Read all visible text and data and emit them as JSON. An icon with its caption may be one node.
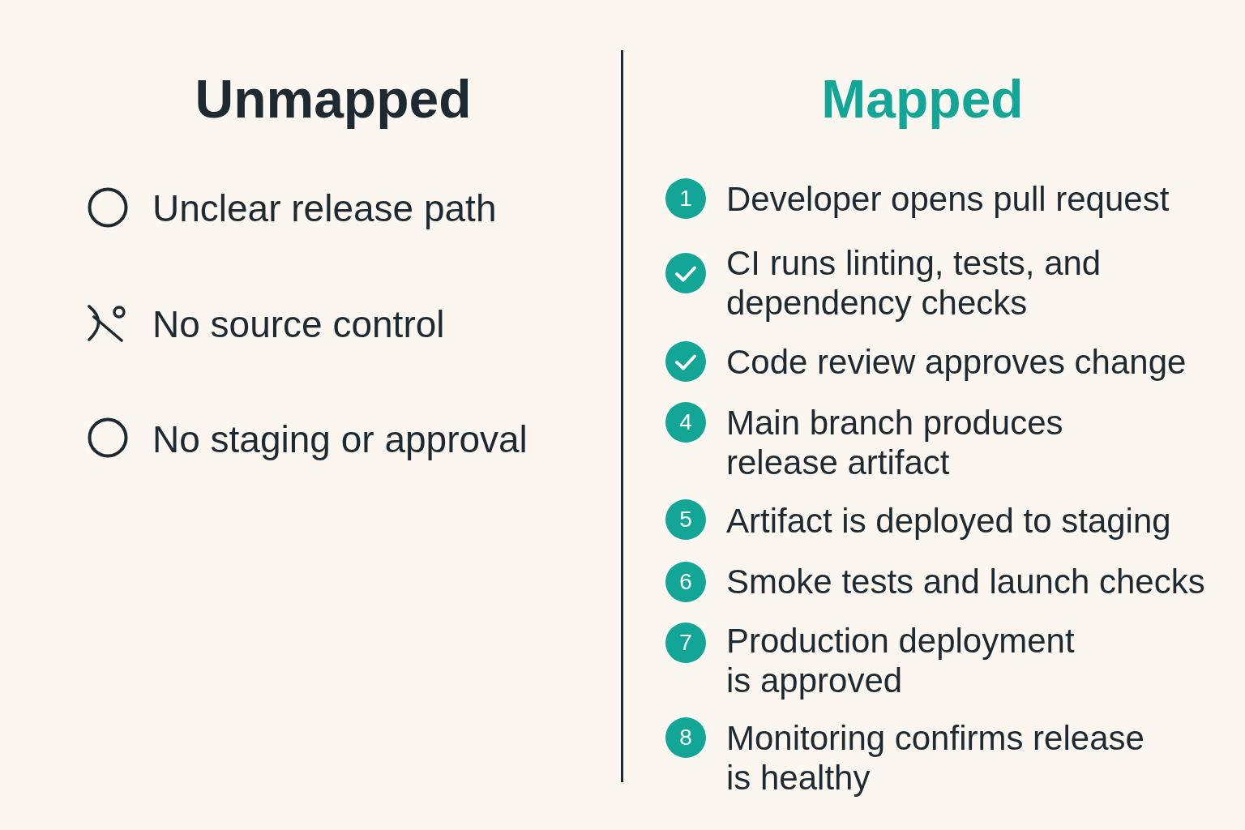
{
  "diagram": {
    "nodes": [
      {
        "text": [],
        "shape": "circle",
        "beside": [
          "Unclear release path"
        ]
      },
      {
        "text": [],
        "shape": "picture",
        "beside": [
          "No source control"
        ]
      },
      {
        "text": [],
        "shape": "circle",
        "beside": [
          "No staging or approval"
        ]
      },
      {
        "text": [
          "1"
        ],
        "beside": [
          "Developer opens pull request"
        ]
      },
      {
        "text": [],
        "shape": "circle",
        "beside": [
          "CI runs linting, tests, and dependency checks"
        ]
      },
      {
        "text": [],
        "shape": "circle",
        "beside": [
          "Code review approves change"
        ]
      },
      {
        "text": [
          "4"
        ],
        "beside": [
          "Main branch produces release artifact"
        ]
      },
      {
        "text": [
          "5"
        ],
        "beside": [
          "Artifact is deployed to staging"
        ]
      },
      {
        "text": [
          "6"
        ],
        "beside": [
          "Smoke tests and launch checks"
        ]
      },
      {
        "text": [
          "7"
        ],
        "beside": [
          "Production deployment is approved"
        ]
      },
      {
        "text": [
          "8"
        ],
        "beside": [
          "Monitoring confirms release is healthy"
        ]
      }
    ],
    "labels": [
      "Unmapped",
      "Mapped"
    ]
  }
}
